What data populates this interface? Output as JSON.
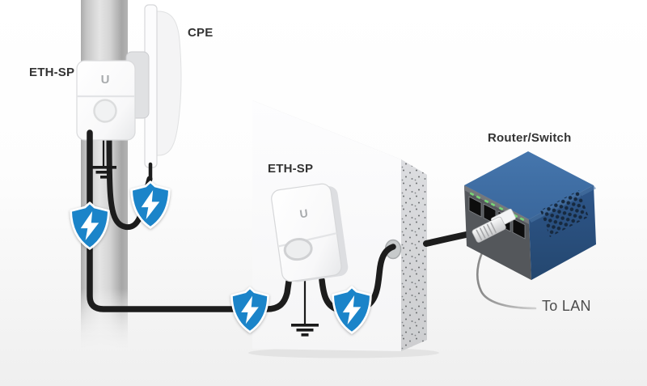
{
  "labels": {
    "eth_sp_pole": "ETH-SP",
    "cpe": "CPE",
    "eth_sp_wall": "ETH-SP",
    "router_switch": "Router/Switch",
    "to_lan": "To LAN"
  },
  "devices": {
    "eth_sp_pole_logo": "U",
    "eth_sp_wall_logo": "U"
  },
  "icons": {
    "surge_shield": "shield-lightning-icon",
    "ground": "earth-ground-icon"
  },
  "colors": {
    "shield_blue": "#1b84c9",
    "cable_black": "#1d1d1d",
    "router_top_blue": "#4070a6",
    "router_side_blue": "#2a4f7f",
    "router_panel_gray": "#54575b",
    "led_green": "#76d776",
    "pole_gray": "#c6c6c6",
    "wall_white": "#fbfbfc"
  }
}
